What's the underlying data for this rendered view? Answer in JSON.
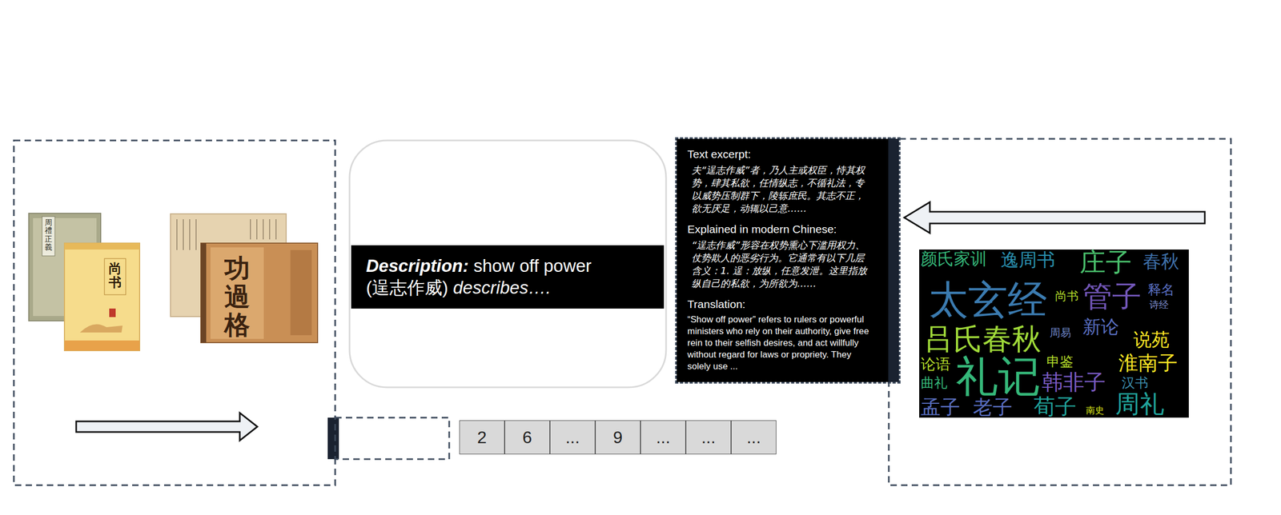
{
  "diagram": {
    "nodes": [
      {
        "text": [
          "Description:",
          "show off power",
          "(逞志作威)",
          "describes…."
        ]
      },
      {
        "text": [
          "Text excerpt:",
          "夫“逞志作威”者，乃人主或权臣，恃其权势，肆其私欲，任情纵志，不循礼法，专以威势压制群下，陵轹庶民。其志不正，欲无厌足，动辄以己意……",
          "Explained in modern Chinese:",
          "“逞志作威”形容在权势熏心下滥用权力、仗势欺人的恶劣行为。它通常有以下几层含义：1. 逞：放纵，任意发泄。这里指放纵自己的私欲，为所欲为……",
          "Translation:",
          "“Show off power” refers to rulers or powerful ministers who rely on their authority, give free rein to their selfish desires, and act willfully without regard for laws or propriety. They solely use ..."
        ]
      }
    ],
    "labels": [
      "周禮正義",
      "尚书",
      "功過格",
      "2",
      "6",
      "...",
      "9",
      "...",
      "...",
      "...",
      "颜氏家训",
      "逸周书",
      "庄子",
      "春秋",
      "太玄经",
      "尚书",
      "管子",
      "释名",
      "诗经",
      "吕氏春秋",
      "周易",
      "新论",
      "说苑",
      "论语",
      "礼记",
      "申鉴",
      "淮南子",
      "韩非子",
      "汉书",
      "曲礼",
      "孟子",
      "老子",
      "荀子",
      "南史",
      "周礼"
    ]
  }
}
